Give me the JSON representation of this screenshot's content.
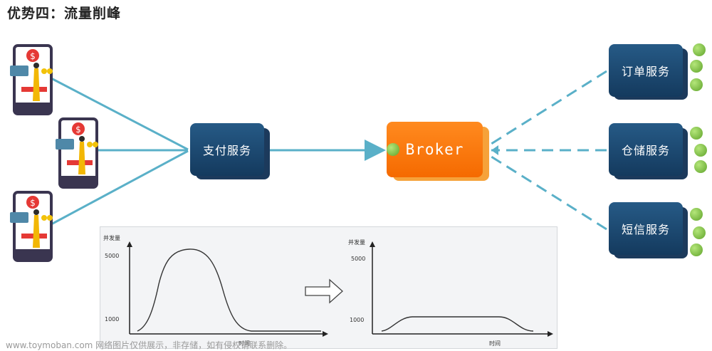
{
  "title": "优势四：流量削峰",
  "payment_service": "支付服务",
  "broker": "Broker",
  "services": [
    {
      "label": "订单服务"
    },
    {
      "label": "仓储服务"
    },
    {
      "label": "短信服务"
    }
  ],
  "phones": [
    {
      "icon": "dollar-icon",
      "symbol": "$"
    },
    {
      "icon": "dollar-icon",
      "symbol": "$"
    },
    {
      "icon": "dollar-icon",
      "symbol": "$"
    }
  ],
  "charts": [
    {
      "ylabel": "并发量",
      "xlabel": "时间",
      "ytick_high": "5000",
      "ytick_low": "1000"
    },
    {
      "ylabel": "并发量",
      "xlabel": "时间",
      "ytick_high": "5000",
      "ytick_low": "1000"
    }
  ],
  "colors": {
    "connector": "#5ab0c8",
    "service_box": "#1e4a74",
    "broker": "#f57c00",
    "node_dot": "#6ab92e"
  },
  "watermark": "www.toymoban.com 网络图片仅供展示，非存储，如有侵权请联系删除。"
}
